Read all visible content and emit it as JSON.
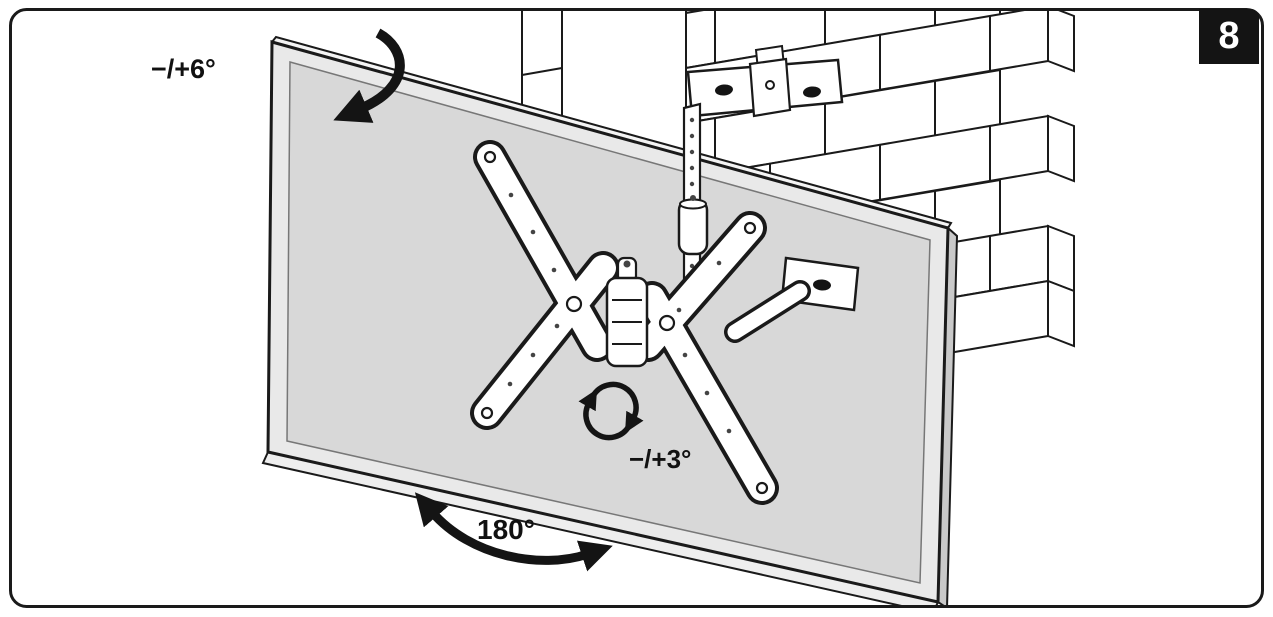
{
  "figure": {
    "step_number": "8"
  },
  "labels": {
    "tilt_range": "−/+6°",
    "level_adjust_range": "−/+3°",
    "swivel_range": "180°"
  },
  "icons": {
    "tilt_arrow": "thick-curved-arrow",
    "level_adjust_arrows": "circular-rotation-arrows",
    "swivel_arrow": "double-headed-curved-arrow",
    "step_badge": "black-square-number-badge"
  },
  "colors": {
    "line": "#1a1a1a",
    "background": "#ffffff",
    "tv_back_fill": "#e9e9e9",
    "tv_panel_fill": "#d8d8d8",
    "tv_side_fill": "#c9c9c9",
    "step_badge_bg": "#141414",
    "step_badge_text": "#ffffff"
  }
}
